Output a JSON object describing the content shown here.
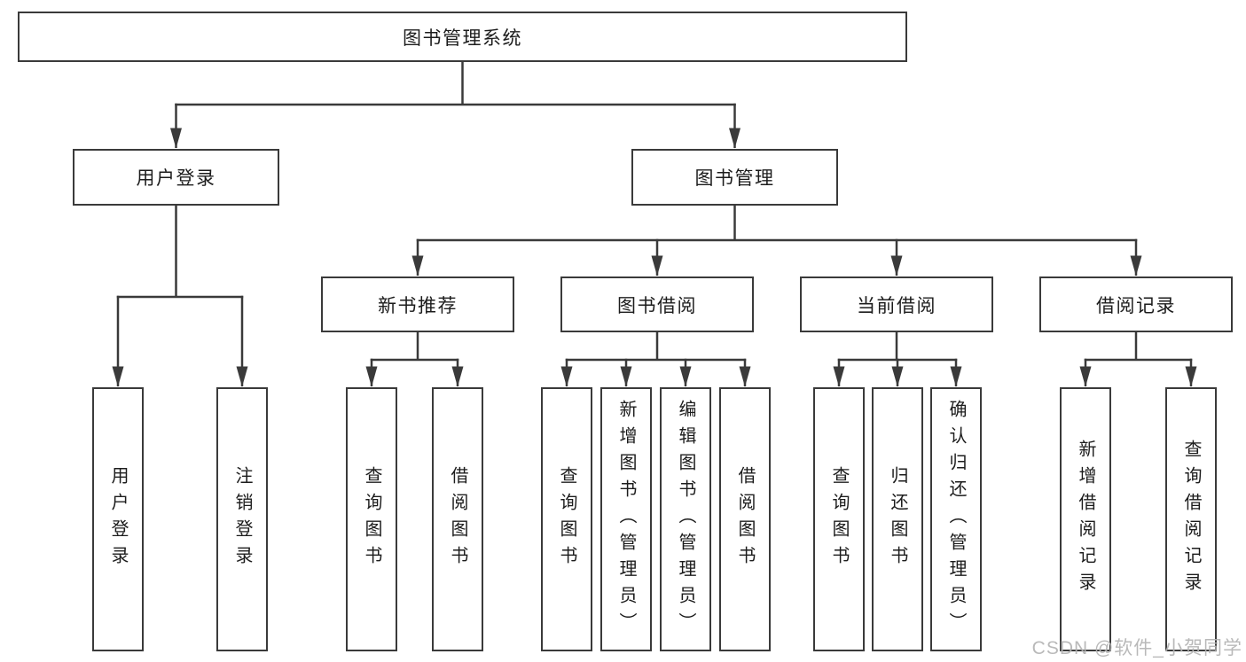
{
  "diagram": {
    "root": {
      "label": "图书管理系统"
    },
    "login": {
      "label": "用户登录",
      "leaves": [
        {
          "label": "用户登录"
        },
        {
          "label": "注销登录"
        }
      ]
    },
    "management": {
      "label": "图书管理",
      "groups": [
        {
          "label": "新书推荐",
          "leaves": [
            {
              "label": "查询图书"
            },
            {
              "label": "借阅图书"
            }
          ]
        },
        {
          "label": "图书借阅",
          "leaves": [
            {
              "label": "查询图书"
            },
            {
              "label": "新增图书（管理员）"
            },
            {
              "label": "编辑图书（管理员）"
            },
            {
              "label": "借阅图书"
            }
          ]
        },
        {
          "label": "当前借阅",
          "leaves": [
            {
              "label": "查询图书"
            },
            {
              "label": "归还图书"
            },
            {
              "label": "确认归还（管理员）"
            }
          ]
        },
        {
          "label": "借阅记录",
          "leaves": [
            {
              "label": "新增借阅记录"
            },
            {
              "label": "查询借阅记录"
            }
          ]
        }
      ]
    }
  },
  "watermark": {
    "text": "CSDN @软件_小贺同学"
  },
  "colors": {
    "line": "#3a3a3a",
    "text": "#1c1c1c",
    "watermark": "#b4b4b4",
    "background": "#ffffff"
  }
}
